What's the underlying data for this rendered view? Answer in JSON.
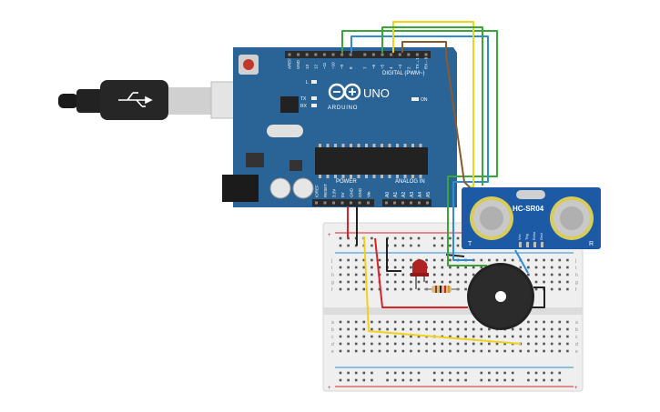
{
  "arduino": {
    "brand": "ARDUINO",
    "model": "UNO",
    "digital_header": "DIGITAL (PWM~)",
    "power_header": "POWER",
    "analog_header": "ANALOG IN",
    "on_label": "ON",
    "l_label": "L",
    "tx_label": "TX",
    "rx_label": "RX",
    "digital_pins": [
      "AREF",
      "GND",
      "13",
      "12",
      "~11",
      "~10",
      "~9",
      "8",
      "7",
      "~6",
      "~5",
      "4",
      "~3",
      "2",
      "TX→1",
      "RX←0"
    ],
    "power_pins": [
      "IOREF",
      "RESET",
      "3.3V",
      "5V",
      "GND",
      "GND",
      "Vin"
    ],
    "analog_pins": [
      "A0",
      "A1",
      "A2",
      "A3",
      "A4",
      "A5"
    ],
    "colors": {
      "board": "#2a6496",
      "board_dark": "#1f4f7a",
      "header": "#2b2b2b",
      "chip": "#222222"
    }
  },
  "sensor": {
    "name": "HC-SR04",
    "pins": [
      "Vcc",
      "Trig",
      "Echo",
      "Gnd"
    ],
    "left_mark": "T",
    "right_mark": "R",
    "colors": {
      "board": "#1c5aa6",
      "transducer": "#c9c9c9",
      "ring": "#d8cc5a"
    }
  },
  "breadboard": {
    "row_letters": [
      "a",
      "b",
      "c",
      "d",
      "e",
      "f",
      "g",
      "h",
      "i",
      "j"
    ],
    "rail_plus": "+",
    "rail_minus": "-",
    "columns": 30
  },
  "wire_colors": {
    "red": "#d8232a",
    "black": "#222222",
    "yellow": "#f0d21a",
    "green": "#3aa63a",
    "blue": "#2a8fd6",
    "brown": "#8b5a2b"
  }
}
